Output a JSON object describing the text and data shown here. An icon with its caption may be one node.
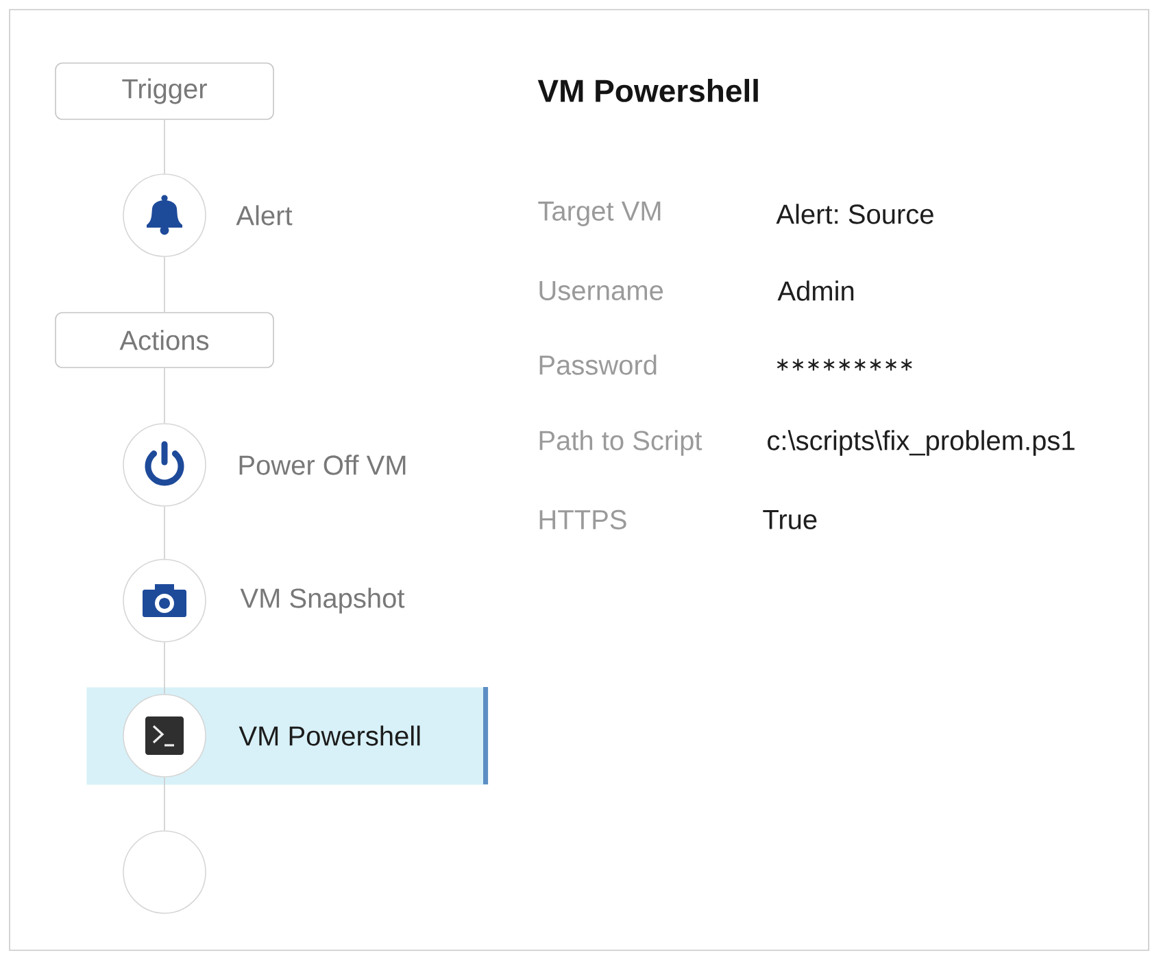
{
  "diagram": {
    "title": "VM Powershell",
    "nodes": [
      {
        "text": [
          "Trigger"
        ]
      },
      {
        "text": [
          "Alert"
        ]
      },
      {
        "text": [
          "Actions"
        ]
      },
      {
        "text": [
          "Power Off VM"
        ]
      },
      {
        "text": [
          "VM Snapshot"
        ]
      },
      {
        "text": [
          "VM Powershell"
        ]
      },
      {
        "text": [],
        "shape": "circle",
        "in": 5
      },
      {
        "text": [],
        "shape": "circle"
      }
    ],
    "edges": [
      {
        "from": 0,
        "to": 1,
        "arrow": "none"
      },
      {
        "from": 1,
        "to": 2,
        "arrow": "none"
      },
      {
        "from": 2,
        "to": 3,
        "arrow": "none"
      },
      {
        "from": 3,
        "to": 4,
        "arrow": "none"
      },
      {
        "from": 4,
        "to": 6,
        "arrow": "none"
      },
      {
        "from": 6,
        "to": 7,
        "arrow": "none"
      }
    ],
    "labels": [
      "Target VM",
      "Alert: Source",
      "Username",
      "Admin",
      "Password",
      "∗∗∗∗∗∗∗∗∗",
      "Path to Script",
      "c:\\scripts\\fix_problem.ps1",
      "HTTPS",
      "True"
    ]
  }
}
